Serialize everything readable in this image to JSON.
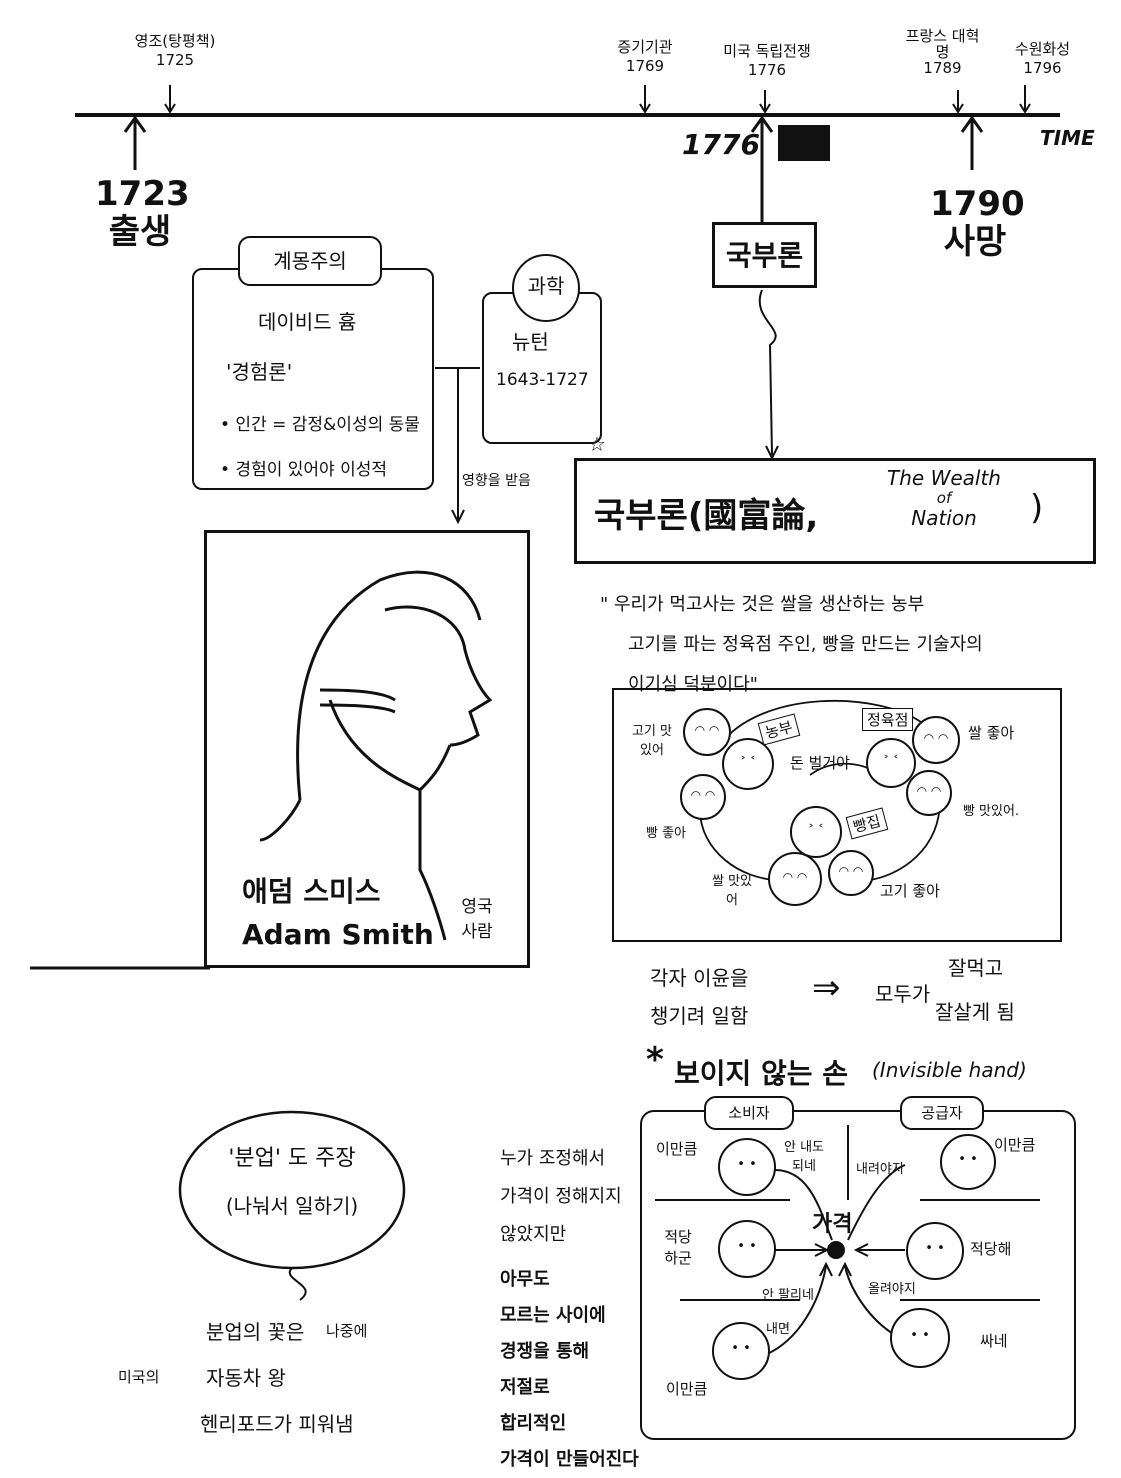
{
  "timeline": {
    "axis_label": "TIME",
    "events_above": [
      {
        "label": "영조(탕평책)",
        "year": "1725"
      },
      {
        "label": "증기기관",
        "year": "1769"
      },
      {
        "label": "미국 독립전쟁",
        "year": "1776"
      },
      {
        "label": "프랑스 대혁명",
        "year": "1789"
      },
      {
        "label": "수원화성",
        "year": "1796"
      }
    ],
    "birth": {
      "year": "1723",
      "label": "출생"
    },
    "death": {
      "year": "1790",
      "label": "사망"
    },
    "publication_year": "1776",
    "book_short": "국부론"
  },
  "enlightenment": {
    "title": "계몽주의",
    "person": "데이비드 흄",
    "concept": "'경험론'",
    "bullets": [
      "• 인간 = 감정&이성의 동물",
      "• 경험이 있어야 이성적"
    ]
  },
  "science": {
    "title": "과학",
    "person": "뉴턴",
    "years": "1643-1727"
  },
  "influence_label": "영향을 받음",
  "portrait": {
    "name_ko": "애덤 스미스",
    "name_en": "Adam Smith",
    "nationality": "영국 사람"
  },
  "wealth_of_nations": {
    "title_ko": "국부론(國富論,",
    "title_en_1": "The Wealth",
    "title_en_2": "of",
    "title_en_3": "Nation",
    "close_paren": ")",
    "quote_lines": [
      "\" 우리가 먹고사는 것은  쌀을 생산하는 농부",
      "고기를 파는 정육점 주인, 빵을 만드는 기술자의",
      "이기심 덕분이다\""
    ]
  },
  "market_cycle": {
    "nodes": [
      "농부",
      "정육점",
      "빵집"
    ],
    "center_text": "돈 벌거야",
    "reactions": [
      "고기 맛있어",
      "쌀 좋아",
      "빵 맛있어.",
      "빵 좋아",
      "쌀 맛있어",
      "고기 좋아"
    ]
  },
  "conclusion": {
    "left_1": "각자 이윤을",
    "left_2": "챙기려 일함",
    "arrow": "⇒",
    "mid": "모두가",
    "right_1": "잘먹고",
    "right_2": "잘살게 됨"
  },
  "invisible_hand": {
    "star": "*",
    "title": "보이지 않는 손",
    "title_en": "(Invisible hand)",
    "consumer": "소비자",
    "supplier": "공급자",
    "center": "가격",
    "labels": [
      "이만큼",
      "안 내도 되네",
      "내려야지",
      "이만큼",
      "적당하군",
      "적당해",
      "안 팔리네",
      "올려야지",
      "내면",
      "싸네",
      "이만큼"
    ],
    "side_text_1": [
      "누가 조정해서",
      "가격이 정해지지",
      "않았지만"
    ],
    "side_text_2": [
      "아무도",
      "모르는 사이에",
      "경쟁을 통해",
      "저절로",
      "합리적인",
      "가격이 만들어진다"
    ]
  },
  "division_of_labor": {
    "title": "'분업' 도 주장",
    "subtitle": "(나눠서 일하기)",
    "note_1": "분업의 꽃은",
    "note_1b": "나중에",
    "note_2a": "미국의",
    "note_2b": "자동차 왕",
    "note_3": "헨리포드가 피워냄"
  }
}
